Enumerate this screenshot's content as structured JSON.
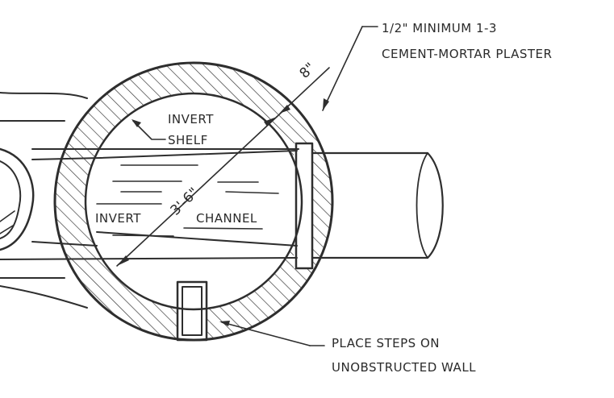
{
  "drawing": {
    "labels": {
      "plaster_line1": "1/2\" MINIMUM 1-3",
      "plaster_line2": "CEMENT-MORTAR PLASTER",
      "invert_shelf_line1": "INVERT",
      "invert_shelf_line2": "SHELF",
      "invert_word": "INVERT",
      "channel_word": "CHANNEL",
      "steps_line1": "PLACE STEPS ON",
      "steps_line2": "UNOBSTRUCTED WALL"
    },
    "dimensions": {
      "wall_thickness": "8\"",
      "inner_diameter": "3'-6\""
    },
    "colors": {
      "ink": "#2e2e2e",
      "background": "#ffffff"
    }
  }
}
